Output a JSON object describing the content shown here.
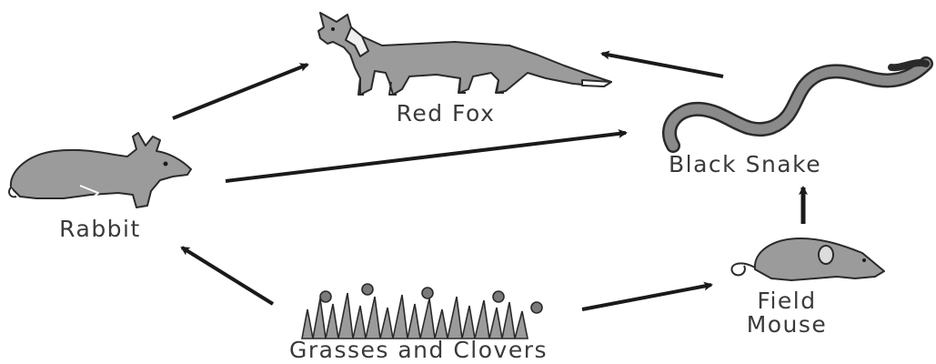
{
  "organisms": {
    "fox": {
      "name": "Red Fox",
      "icon": "fox-icon"
    },
    "snake": {
      "name": "Black Snake",
      "icon": "snake-icon"
    },
    "rabbit": {
      "name": "Rabbit",
      "icon": "rabbit-icon"
    },
    "mouse": {
      "name_line1": "Field",
      "name_line2": "Mouse",
      "icon": "mouse-icon"
    },
    "grass": {
      "name": "Grasses and Clovers",
      "icon": "grass-icon"
    }
  },
  "energy_flow": [
    {
      "from": "Grasses and Clovers",
      "to": "Rabbit"
    },
    {
      "from": "Grasses and Clovers",
      "to": "Field Mouse"
    },
    {
      "from": "Field Mouse",
      "to": "Black Snake"
    },
    {
      "from": "Rabbit",
      "to": "Red Fox"
    },
    {
      "from": "Rabbit",
      "to": "Black Snake"
    },
    {
      "from": "Black Snake",
      "to": "Red Fox"
    }
  ],
  "colors": {
    "animal_fill": "#9b9b9b",
    "animal_stroke": "#2a2a2a",
    "arrow": "#1a1a1a",
    "text": "#3a3a3a"
  }
}
